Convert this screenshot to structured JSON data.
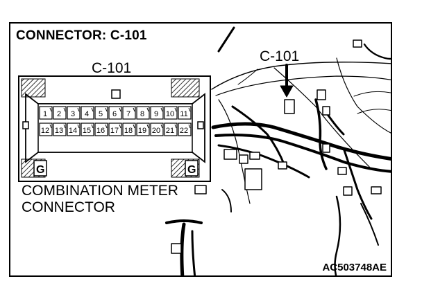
{
  "title": "CONNECTOR: C-101",
  "connector_label_left": "C-101",
  "connector_label_right": "C-101",
  "description_line1": "COMBINATION METER",
  "description_line2": "CONNECTOR",
  "ground_mark": "G",
  "figure_code": "AC503748AE",
  "pins_row1": [
    "1",
    "2",
    "3",
    "4",
    "5",
    "6",
    "7",
    "8",
    "9",
    "10",
    "11"
  ],
  "pins_row2": [
    "12",
    "13",
    "14",
    "15",
    "16",
    "17",
    "18",
    "19",
    "20",
    "21",
    "22"
  ]
}
